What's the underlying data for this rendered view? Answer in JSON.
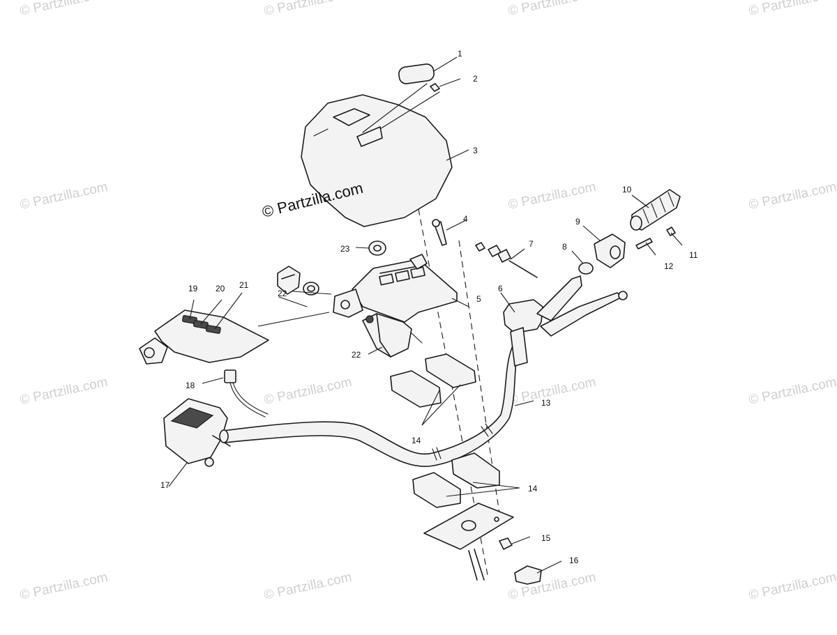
{
  "watermark": {
    "text": "© Partzilla.com",
    "center_text": "© Partzilla.com",
    "color": "#cfcfcf"
  },
  "callouts": {
    "c1": "1",
    "c2": "2",
    "c3": "3",
    "c4": "4",
    "c5": "5",
    "c6": "6",
    "c7": "7",
    "c8": "8",
    "c9": "9",
    "c10": "10",
    "c11": "11",
    "c12": "12",
    "c13": "13",
    "c14a": "14",
    "c14b": "14",
    "c15": "15",
    "c16": "16",
    "c17": "17",
    "c18": "18",
    "c19": "19",
    "c20": "20",
    "c21": "21",
    "c22a": "22",
    "c22b": "22",
    "c23": "23"
  }
}
